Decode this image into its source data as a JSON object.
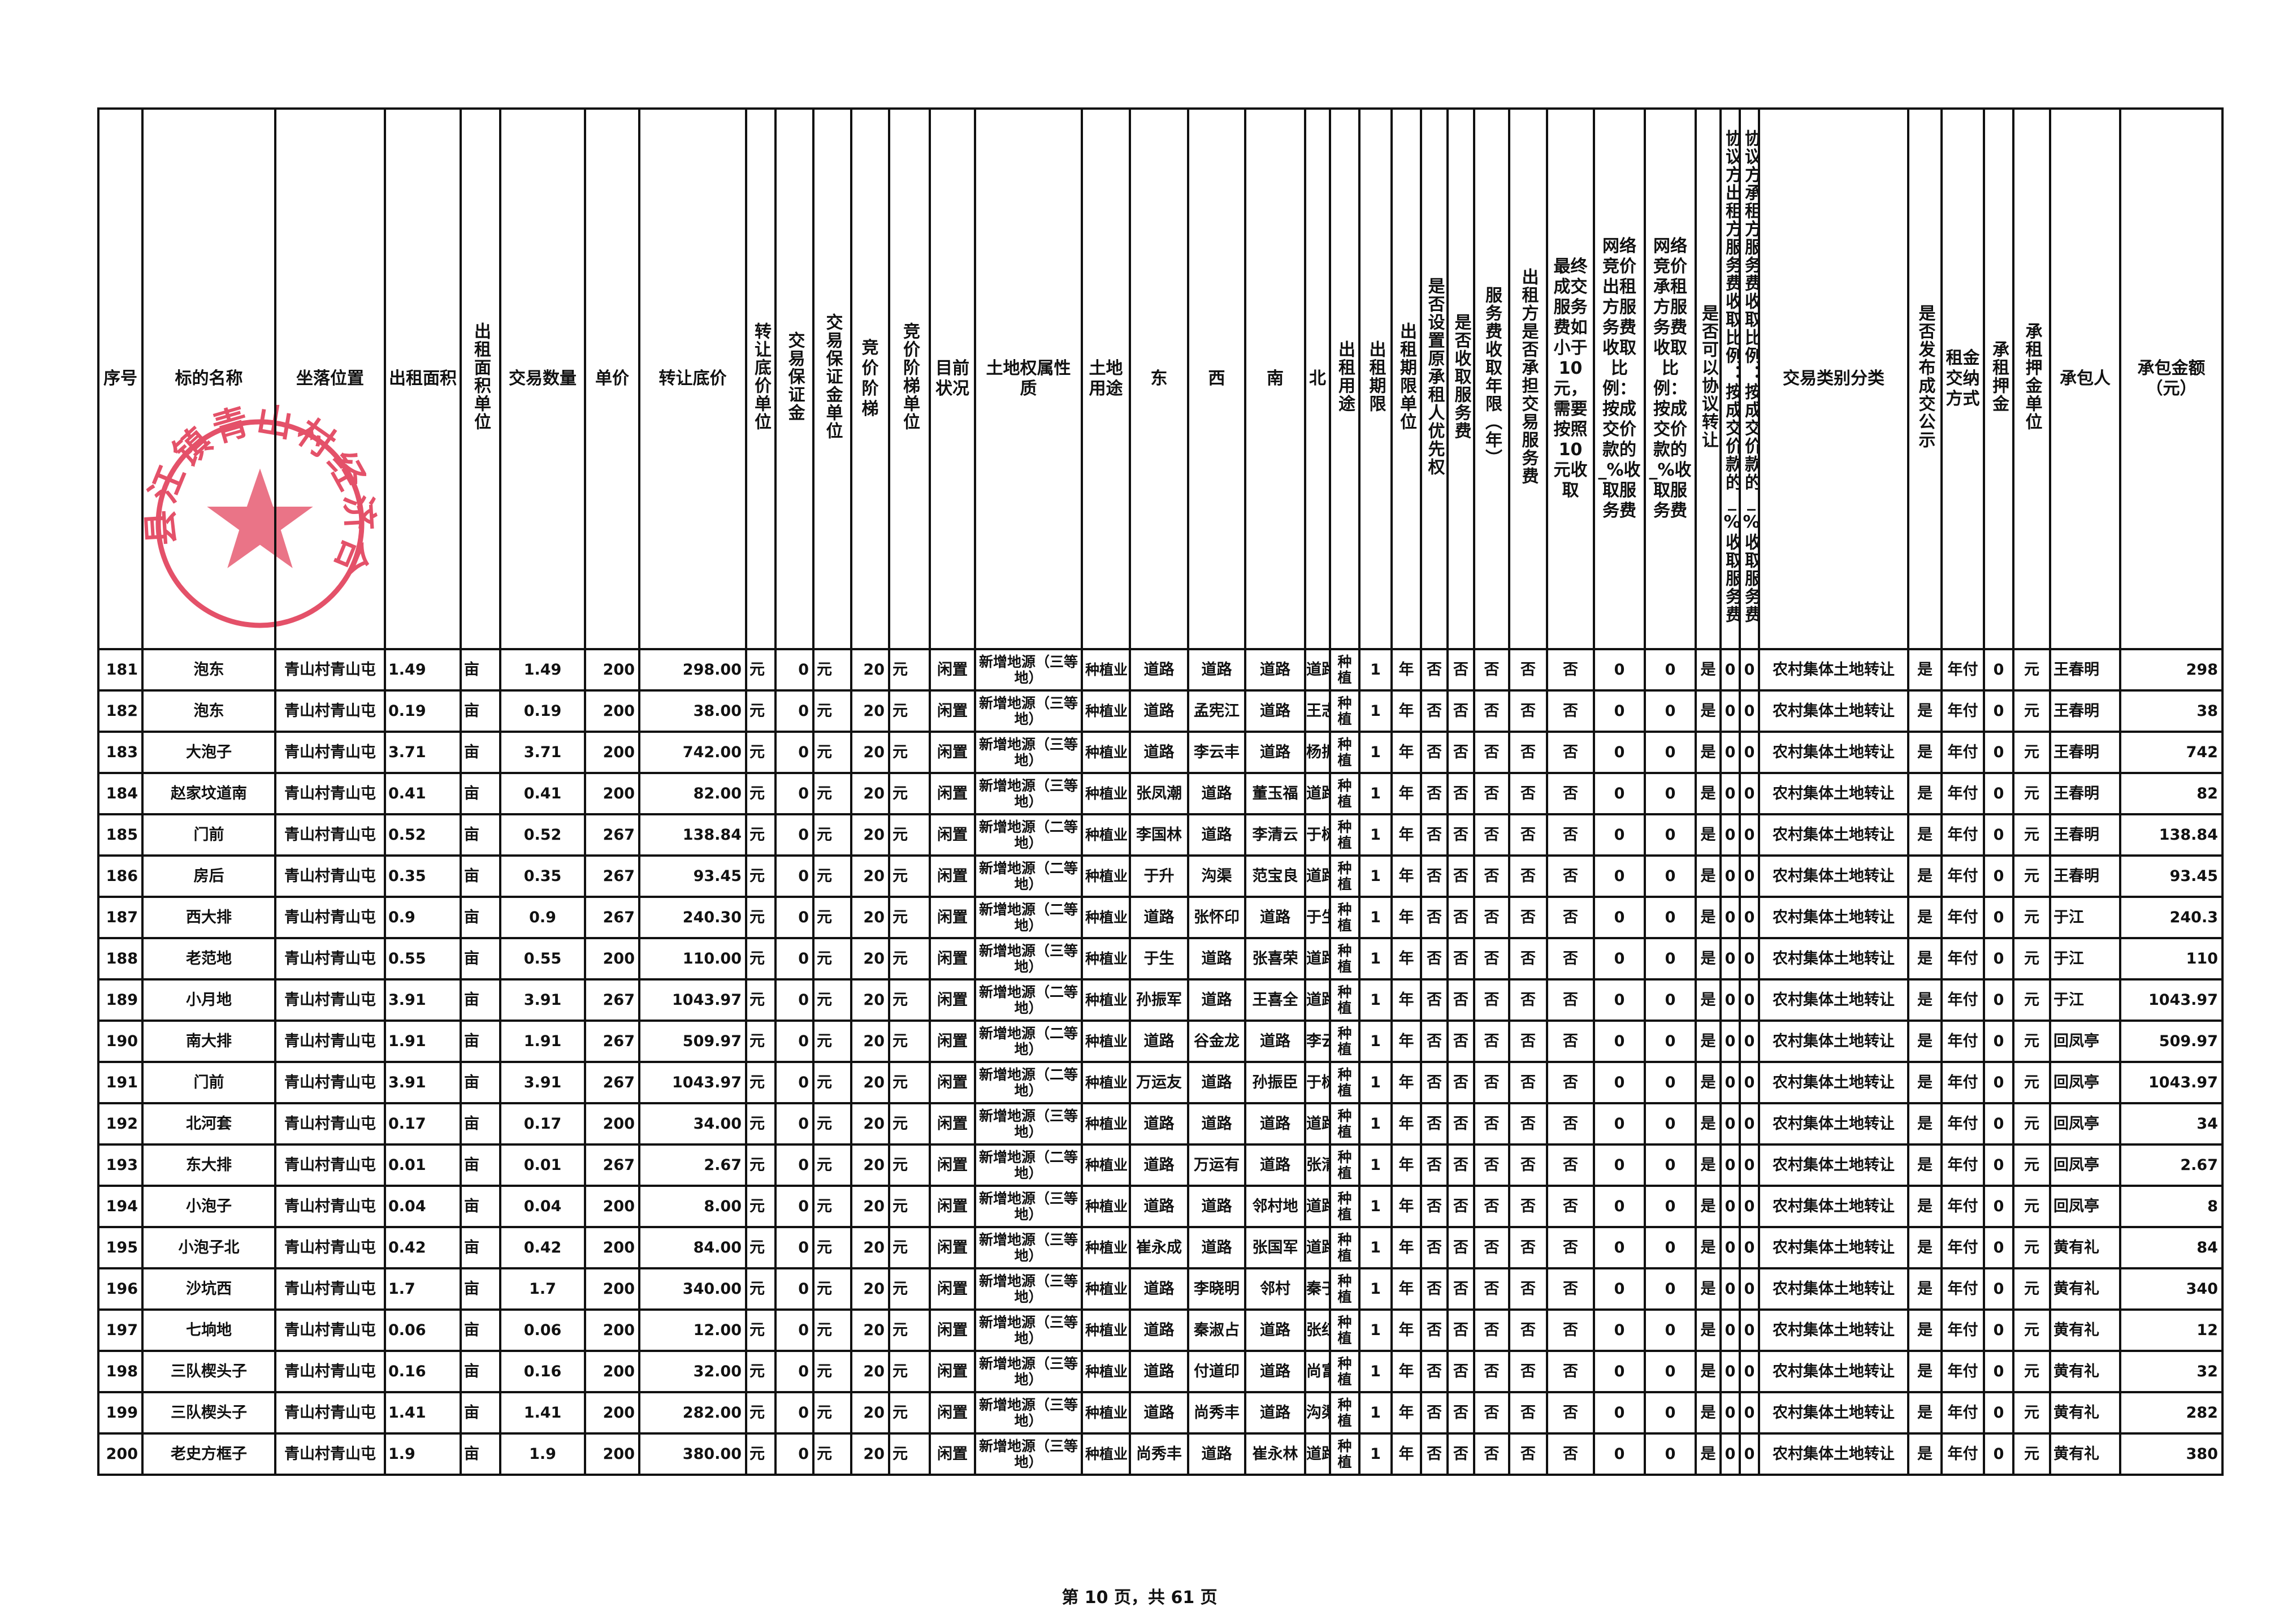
{
  "headers": [
    "序号",
    "标的名称",
    "坐落位置",
    "出租面积",
    "出租面积单位",
    "交易数量",
    "单价",
    "转让底价",
    "转让底价单位",
    "交易保证金",
    "交易保证金单位",
    "竞价阶梯",
    "竞价阶梯单位",
    "目前状况",
    "土地权属性质",
    "土地用途",
    "东",
    "西",
    "南",
    "北",
    "出租用途",
    "出租期限",
    "出租期限单位",
    "是否设置原承租人优先权",
    "是否收取服务费",
    "服务费收取年限（年）",
    "出租方是否承担交易服务费",
    "最终成交服务费如小于10元，需要按照10元收取",
    "网络竞价出租方服务费收取比例：按成交价款的_%收取服务费",
    "网络竞价承租方服务费收取比例：按成交价款的_%收取服务费",
    "是否可以协议转让",
    "协议方出租方服务费收取比例：按成交价款的_%收取服务费",
    "协议方承租方服务费收取比例：按成交价款的_%收取服务费",
    "交易类别分类",
    "是否发布成交公示",
    "租金交纳方式",
    "承租押金",
    "承租押金单位",
    "承包人",
    "承包金额（元）"
  ],
  "common": {
    "location": "青山村青山屯",
    "area_unit": "亩",
    "yuan": "元",
    "deposit": "0",
    "bid_step": "20",
    "status": "闲置",
    "land_use": "种植业",
    "lease_use": "种植",
    "term": "1",
    "term_unit": "年",
    "no": "否",
    "zero": "0",
    "yes": "是",
    "category": "农村集体土地转让",
    "payment": "年付"
  },
  "rows": [
    {
      "no": "181",
      "name": "泡东",
      "area": "1.49",
      "qty": "1.49",
      "price": "200",
      "base": "298.00",
      "grade": "新增地源（三等地）",
      "e": "道路",
      "w": "道路",
      "s": "道路",
      "n": "道路",
      "holder": "王春明",
      "amount": "298"
    },
    {
      "no": "182",
      "name": "泡东",
      "area": "0.19",
      "qty": "0.19",
      "price": "200",
      "base": "38.00",
      "grade": "新增地源（三等地）",
      "e": "道路",
      "w": "孟宪江",
      "s": "道路",
      "n": "王志",
      "holder": "王春明",
      "amount": "38"
    },
    {
      "no": "183",
      "name": "大泡子",
      "area": "3.71",
      "qty": "3.71",
      "price": "200",
      "base": "742.00",
      "grade": "新增地源（三等地）",
      "e": "道路",
      "w": "李云丰",
      "s": "道路",
      "n": "杨振",
      "holder": "王春明",
      "amount": "742"
    },
    {
      "no": "184",
      "name": "赵家坟道南",
      "area": "0.41",
      "qty": "0.41",
      "price": "200",
      "base": "82.00",
      "grade": "新增地源（三等地）",
      "e": "张凤潮",
      "w": "道路",
      "s": "董玉福",
      "n": "道路",
      "holder": "王春明",
      "amount": "82"
    },
    {
      "no": "185",
      "name": "门前",
      "area": "0.52",
      "qty": "0.52",
      "price": "267",
      "base": "138.84",
      "grade": "新增地源（二等地）",
      "e": "李国林",
      "w": "道路",
      "s": "李清云",
      "n": "于树",
      "holder": "王春明",
      "amount": "138.84"
    },
    {
      "no": "186",
      "name": "房后",
      "area": "0.35",
      "qty": "0.35",
      "price": "267",
      "base": "93.45",
      "grade": "新增地源（二等地）",
      "e": "于升",
      "w": "沟渠",
      "s": "范宝良",
      "n": "道路",
      "holder": "王春明",
      "amount": "93.45"
    },
    {
      "no": "187",
      "name": "西大排",
      "area": "0.9",
      "qty": "0.9",
      "price": "267",
      "base": "240.30",
      "grade": "新增地源（二等地）",
      "e": "道路",
      "w": "张怀印",
      "s": "道路",
      "n": "于生",
      "holder": "于江",
      "amount": "240.3"
    },
    {
      "no": "188",
      "name": "老范地",
      "area": "0.55",
      "qty": "0.55",
      "price": "200",
      "base": "110.00",
      "grade": "新增地源（三等地）",
      "e": "于生",
      "w": "道路",
      "s": "张喜荣",
      "n": "道路",
      "holder": "于江",
      "amount": "110"
    },
    {
      "no": "189",
      "name": "小月地",
      "area": "3.91",
      "qty": "3.91",
      "price": "267",
      "base": "1043.97",
      "grade": "新增地源（二等地）",
      "e": "孙振军",
      "w": "道路",
      "s": "王喜全",
      "n": "道路",
      "holder": "于江",
      "amount": "1043.97"
    },
    {
      "no": "190",
      "name": "南大排",
      "area": "1.91",
      "qty": "1.91",
      "price": "267",
      "base": "509.97",
      "grade": "新增地源（二等地）",
      "e": "道路",
      "w": "谷金龙",
      "s": "道路",
      "n": "李云",
      "holder": "回凤亭",
      "amount": "509.97"
    },
    {
      "no": "191",
      "name": "门前",
      "area": "3.91",
      "qty": "3.91",
      "price": "267",
      "base": "1043.97",
      "grade": "新增地源（二等地）",
      "e": "万运友",
      "w": "道路",
      "s": "孙振臣",
      "n": "于树",
      "holder": "回凤亭",
      "amount": "1043.97"
    },
    {
      "no": "192",
      "name": "北河套",
      "area": "0.17",
      "qty": "0.17",
      "price": "200",
      "base": "34.00",
      "grade": "新增地源（三等地）",
      "e": "道路",
      "w": "道路",
      "s": "道路",
      "n": "道路",
      "holder": "回凤亭",
      "amount": "34"
    },
    {
      "no": "193",
      "name": "东大排",
      "area": "0.01",
      "qty": "0.01",
      "price": "267",
      "base": "2.67",
      "grade": "新增地源（二等地）",
      "e": "道路",
      "w": "万运有",
      "s": "道路",
      "n": "张清",
      "holder": "回凤亭",
      "amount": "2.67"
    },
    {
      "no": "194",
      "name": "小泡子",
      "area": "0.04",
      "qty": "0.04",
      "price": "200",
      "base": "8.00",
      "grade": "新增地源（三等地）",
      "e": "道路",
      "w": "道路",
      "s": "邻村地",
      "n": "道路",
      "holder": "回凤亭",
      "amount": "8"
    },
    {
      "no": "195",
      "name": "小泡子北",
      "area": "0.42",
      "qty": "0.42",
      "price": "200",
      "base": "84.00",
      "grade": "新增地源（三等地）",
      "e": "崔永成",
      "w": "道路",
      "s": "张国军",
      "n": "道路",
      "holder": "黄有礼",
      "amount": "84"
    },
    {
      "no": "196",
      "name": "沙坑西",
      "area": "1.7",
      "qty": "1.7",
      "price": "200",
      "base": "340.00",
      "grade": "新增地源（三等地）",
      "e": "道路",
      "w": "李晓明",
      "s": "邻村",
      "n": "秦于",
      "holder": "黄有礼",
      "amount": "340"
    },
    {
      "no": "197",
      "name": "七垧地",
      "area": "0.06",
      "qty": "0.06",
      "price": "200",
      "base": "12.00",
      "grade": "新增地源（三等地）",
      "e": "道路",
      "w": "秦淑占",
      "s": "道路",
      "n": "张红",
      "holder": "黄有礼",
      "amount": "12"
    },
    {
      "no": "198",
      "name": "三队楔头子",
      "area": "0.16",
      "qty": "0.16",
      "price": "200",
      "base": "32.00",
      "grade": "新增地源（三等地）",
      "e": "道路",
      "w": "付道印",
      "s": "道路",
      "n": "尚富",
      "holder": "黄有礼",
      "amount": "32"
    },
    {
      "no": "199",
      "name": "三队楔头子",
      "area": "1.41",
      "qty": "1.41",
      "price": "200",
      "base": "282.00",
      "grade": "新增地源（三等地）",
      "e": "道路",
      "w": "尚秀丰",
      "s": "道路",
      "n": "沟渠",
      "holder": "黄有礼",
      "amount": "282"
    },
    {
      "no": "200",
      "name": "老史方框子",
      "area": "1.9",
      "qty": "1.9",
      "price": "200",
      "base": "380.00",
      "grade": "新增地源（三等地）",
      "e": "尚秀丰",
      "w": "道路",
      "s": "崔永林",
      "n": "道路",
      "holder": "黄有礼",
      "amount": "380"
    }
  ],
  "stamp": {
    "text": "县江镇青山村经济合作社",
    "color": "#e0334f"
  },
  "footer": "第 10 页，共 61 页"
}
